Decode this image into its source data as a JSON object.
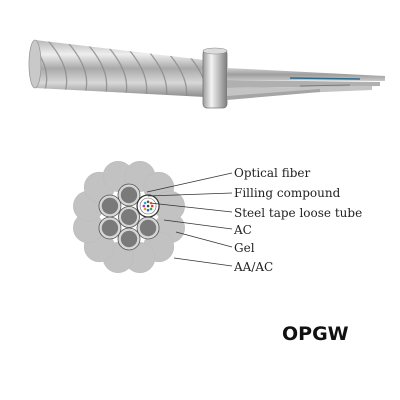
{
  "labels": {
    "optical_fiber": "Optical fiber",
    "filling_compound": "Filling compound",
    "steel_tube": "Steel tape loose tube",
    "ac": "AC",
    "gel": "Gel",
    "aa_ac": "AA/AC"
  },
  "product": "OPGW",
  "colors": {
    "outer_wire": "#c2c2c2",
    "inner_wire": "#7a7a7a",
    "tube": "#ffffff",
    "outline": "#555555"
  }
}
